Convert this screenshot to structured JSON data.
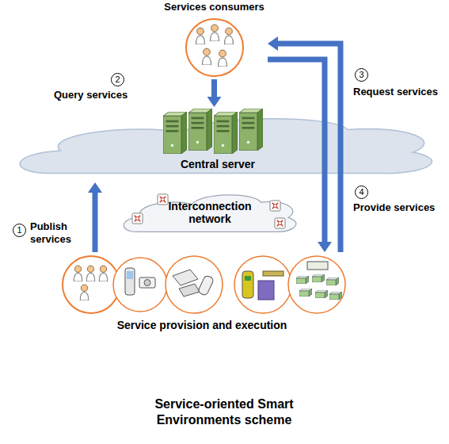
{
  "diagram": {
    "title": "Service-oriented Smart Environments scheme",
    "nodes": [
      {
        "text": [
          "Services consumers"
        ]
      },
      {
        "text": [
          "Central server"
        ]
      },
      {
        "text": [
          "Interconnection network"
        ]
      },
      {
        "text": [
          "Service provision and execution"
        ]
      }
    ],
    "edges": [
      {
        "from": 3,
        "to": 1,
        "arrow": "to",
        "label": "Publish services"
      },
      {
        "from": 0,
        "to": 1,
        "arrow": "to",
        "label": "Query services"
      },
      {
        "from": 0,
        "to": 3,
        "arrow": "to",
        "label": "Request services"
      },
      {
        "from": 3,
        "to": 0,
        "arrow": "to",
        "label": "Provide services"
      }
    ],
    "labels": [
      "1",
      "2",
      "3",
      "4"
    ]
  }
}
